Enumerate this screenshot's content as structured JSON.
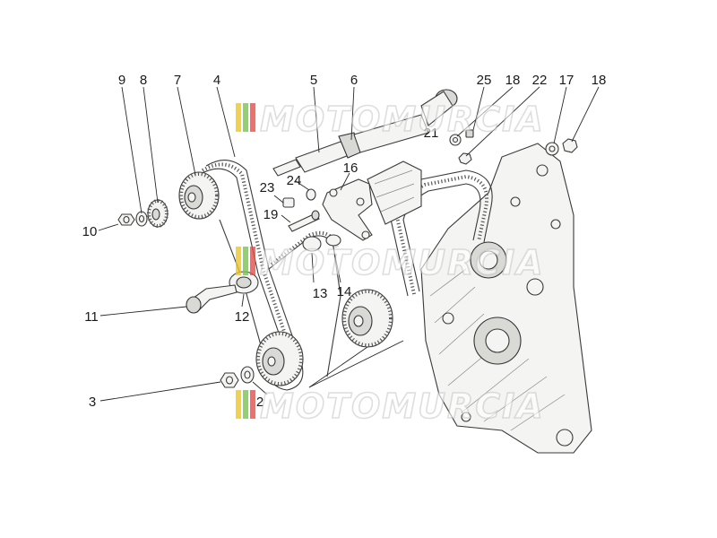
{
  "callouts": [
    {
      "id": "9",
      "label": "9"
    },
    {
      "id": "8",
      "label": "8"
    },
    {
      "id": "7",
      "label": "7"
    },
    {
      "id": "4",
      "label": "4"
    },
    {
      "id": "5",
      "label": "5"
    },
    {
      "id": "6",
      "label": "6"
    },
    {
      "id": "25",
      "label": "25"
    },
    {
      "id": "18a",
      "label": "18"
    },
    {
      "id": "22",
      "label": "22"
    },
    {
      "id": "17",
      "label": "17"
    },
    {
      "id": "18b",
      "label": "18"
    },
    {
      "id": "21",
      "label": "21"
    },
    {
      "id": "16",
      "label": "16"
    },
    {
      "id": "24",
      "label": "24"
    },
    {
      "id": "23",
      "label": "23"
    },
    {
      "id": "19",
      "label": "19"
    },
    {
      "id": "10",
      "label": "10"
    },
    {
      "id": "13",
      "label": "13"
    },
    {
      "id": "14",
      "label": "14"
    },
    {
      "id": "12",
      "label": "12"
    },
    {
      "id": "11",
      "label": "11"
    },
    {
      "id": "3",
      "label": "3"
    },
    {
      "id": "2",
      "label": "2"
    }
  ],
  "watermark": {
    "text": "MOTOMURCIA",
    "stripe_colors": [
      "#e8c53a",
      "#7fbf5a",
      "#d9534f"
    ]
  }
}
